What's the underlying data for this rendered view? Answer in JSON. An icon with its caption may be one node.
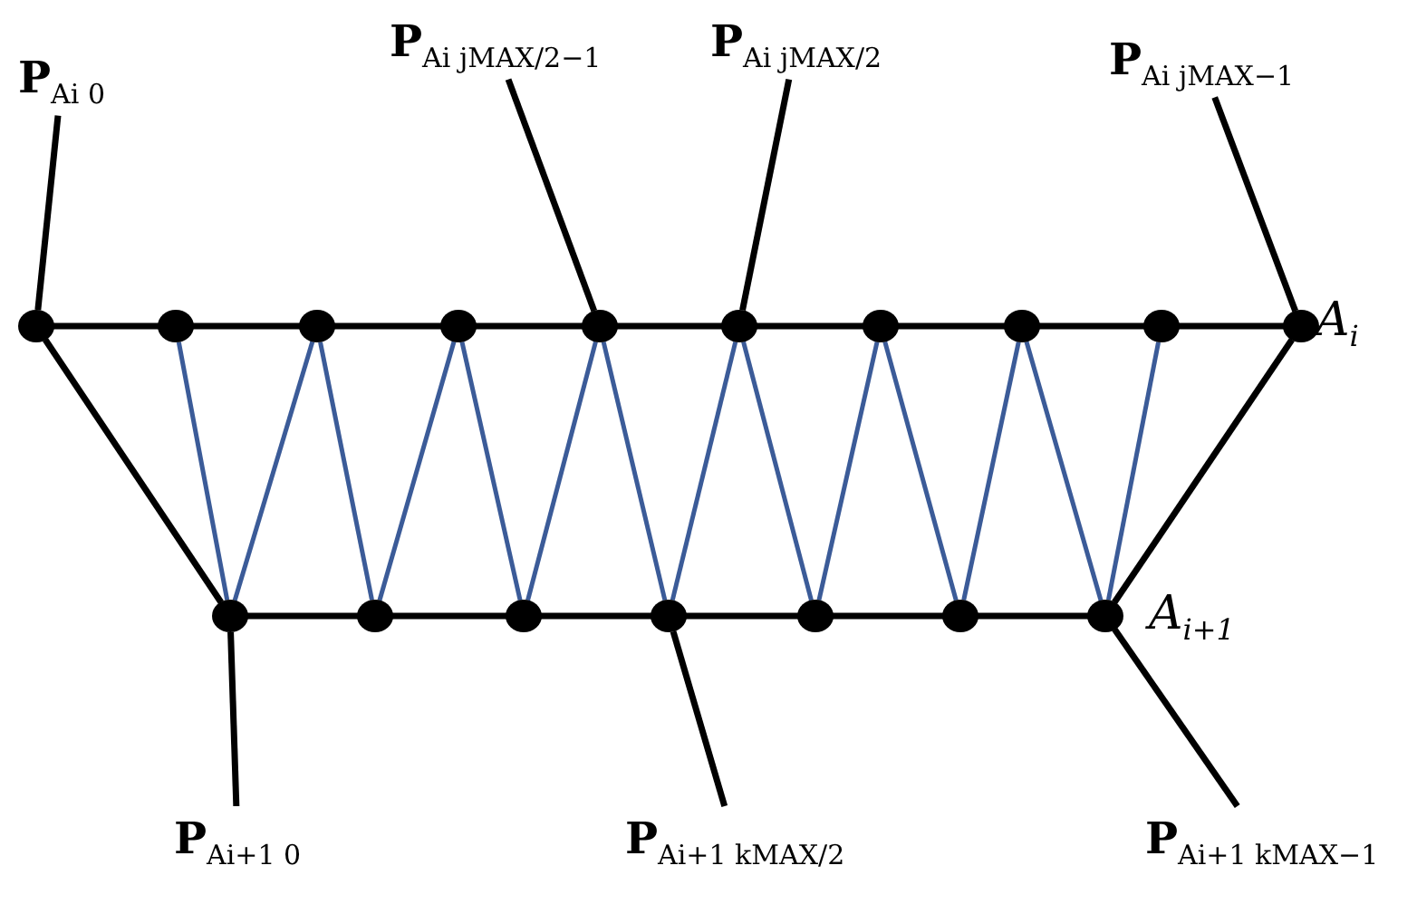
{
  "diagram": {
    "nodes": [
      {
        "text": [
          "**P**$_{Ai 0}$"
        ]
      },
      {
        "text": [
          "**P**$_{Ai jMAX/2−1}$"
        ]
      },
      {
        "text": [
          "**P**$_{Ai jMAX/2}$"
        ]
      },
      {
        "text": [
          "**P**$_{Ai jMAX−1}$"
        ]
      },
      {
        "text": [],
        "shape": "circle"
      },
      {
        "text": [],
        "shape": "circle"
      },
      {
        "text": [],
        "shape": "circle"
      },
      {
        "text": [],
        "shape": "circle"
      },
      {
        "text": [],
        "shape": "circle"
      },
      {
        "text": [],
        "shape": "circle"
      },
      {
        "text": [],
        "shape": "circle"
      },
      {
        "text": [],
        "shape": "circle"
      },
      {
        "text": [],
        "shape": "circle"
      },
      {
        "text": [],
        "shape": "circle"
      },
      {
        "text": [],
        "shape": "circle"
      },
      {
        "text": [],
        "shape": "circle"
      },
      {
        "text": [],
        "shape": "circle"
      },
      {
        "text": [],
        "shape": "circle"
      },
      {
        "text": [],
        "shape": "circle"
      },
      {
        "text": [],
        "shape": "circle"
      },
      {
        "text": [],
        "shape": "circle"
      },
      {
        "text": [
          "**P**$_{Ai+1 0}$"
        ]
      },
      {
        "text": [
          "**P**$_{Ai+1 kMAX/2}$"
        ]
      },
      {
        "text": [
          "**P**$_{Ai+1 kMAX−1}$"
        ]
      }
    ],
    "edges": [
      {
        "from": 0,
        "to": 4,
        "arrow": "none"
      },
      {
        "from": 1,
        "to": 8,
        "arrow": "none"
      },
      {
        "from": 2,
        "to": 9,
        "arrow": "none"
      },
      {
        "from": 3,
        "to": 13,
        "arrow": "none"
      },
      {
        "from": 4,
        "to": 5,
        "arrow": "none"
      },
      {
        "from": 5,
        "to": 6,
        "arrow": "none"
      },
      {
        "from": 6,
        "to": 7,
        "arrow": "none"
      },
      {
        "from": 7,
        "to": 8,
        "arrow": "none"
      },
      {
        "from": 8,
        "to": 9,
        "arrow": "none"
      },
      {
        "from": 9,
        "to": 10,
        "arrow": "none"
      },
      {
        "from": 10,
        "to": 11,
        "arrow": "none"
      },
      {
        "from": 11,
        "to": 12,
        "arrow": "none"
      },
      {
        "from": 12,
        "to": 13,
        "arrow": "none"
      },
      {
        "from": 4,
        "to": 14,
        "arrow": "none"
      },
      {
        "from": 13,
        "to": 20,
        "arrow": "none"
      },
      {
        "from": 5,
        "to": 14,
        "arrow": "none",
        "color": "#3b5b98"
      },
      {
        "from": 14,
        "to": 6,
        "arrow": "none",
        "color": "#3b5b98"
      },
      {
        "from": 6,
        "to": 15,
        "arrow": "none",
        "color": "#3b5b98"
      },
      {
        "from": 15,
        "to": 7,
        "arrow": "none",
        "color": "#3b5b98"
      },
      {
        "from": 7,
        "to": 16,
        "arrow": "none",
        "color": "#3b5b98"
      },
      {
        "from": 16,
        "to": 8,
        "arrow": "none",
        "color": "#3b5b98"
      },
      {
        "from": 8,
        "to": 17,
        "arrow": "none",
        "color": "#3b5b98"
      },
      {
        "from": 17,
        "to": 9,
        "arrow": "none",
        "color": "#3b5b98"
      },
      {
        "from": 9,
        "to": 18,
        "arrow": "none",
        "color": "#3b5b98"
      },
      {
        "from": 18,
        "to": 10,
        "arrow": "none",
        "color": "#3b5b98"
      },
      {
        "from": 10,
        "to": 19,
        "arrow": "none",
        "color": "#3b5b98"
      },
      {
        "from": 19,
        "to": 11,
        "arrow": "none",
        "color": "#3b5b98"
      },
      {
        "from": 11,
        "to": 20,
        "arrow": "none",
        "color": "#3b5b98"
      },
      {
        "from": 20,
        "to": 12,
        "arrow": "none",
        "color": "#3b5b98"
      },
      {
        "from": 14,
        "to": 15,
        "arrow": "none"
      },
      {
        "from": 15,
        "to": 16,
        "arrow": "none"
      },
      {
        "from": 16,
        "to": 17,
        "arrow": "none"
      },
      {
        "from": 17,
        "to": 18,
        "arrow": "none"
      },
      {
        "from": 18,
        "to": 19,
        "arrow": "none"
      },
      {
        "from": 19,
        "to": 20,
        "arrow": "none"
      },
      {
        "from": 21,
        "to": 14,
        "arrow": "none"
      },
      {
        "from": 22,
        "to": 17,
        "arrow": "none"
      },
      {
        "from": 23,
        "to": 20,
        "arrow": "none"
      }
    ],
    "labels": [
      "A$_{i}$",
      "A$_{i+1}$"
    ]
  }
}
